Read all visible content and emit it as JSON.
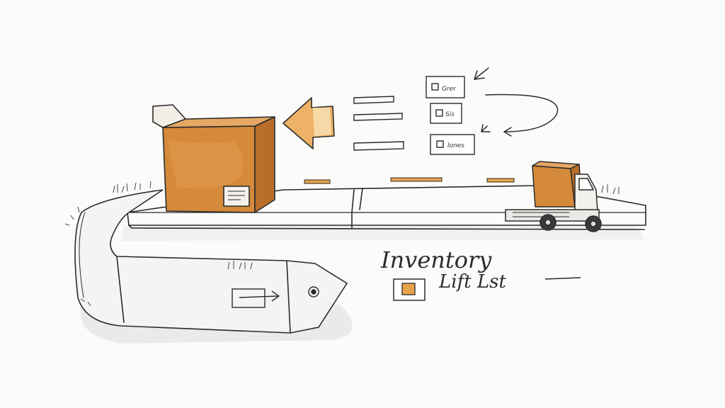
{
  "labels": {
    "title": "Inventory",
    "subtitle": "Lift Lst",
    "check_items": [
      "Grer",
      "Sis",
      "lones"
    ]
  },
  "colors": {
    "box": "#d48a3a",
    "box_shade": "#b86e2a",
    "accent": "#e8a34c",
    "ink": "#2b2b2b",
    "belt_shadow": "#d9dad8"
  },
  "icons": {
    "incoming_arrow": "arrow-left-icon",
    "checklist_box": "checkbox-icon",
    "truck": "truck-icon",
    "package": "cardboard-box-icon",
    "forward_arrow": "arrow-right-icon",
    "curved_arrow": "curved-arrow-icon"
  }
}
